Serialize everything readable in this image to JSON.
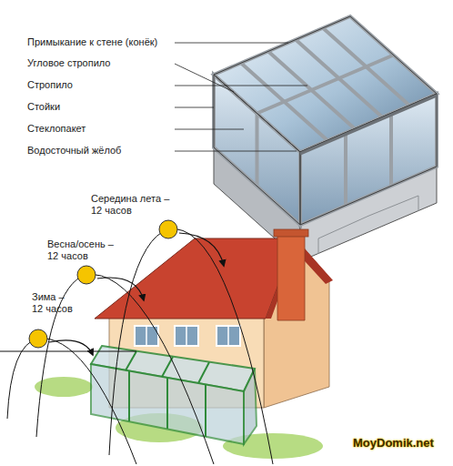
{
  "diagram": {
    "labels": [
      "Примыкание к стене (конёк)",
      "Угловое стропило",
      "Стропило",
      "Стойки",
      "Стеклопакет",
      "Водосточный жёлоб",
      "Середина лета – 12 часов",
      "Весна/осень – 12 часов",
      "Зима – 12 часов",
      "MoyDomik.net"
    ]
  }
}
